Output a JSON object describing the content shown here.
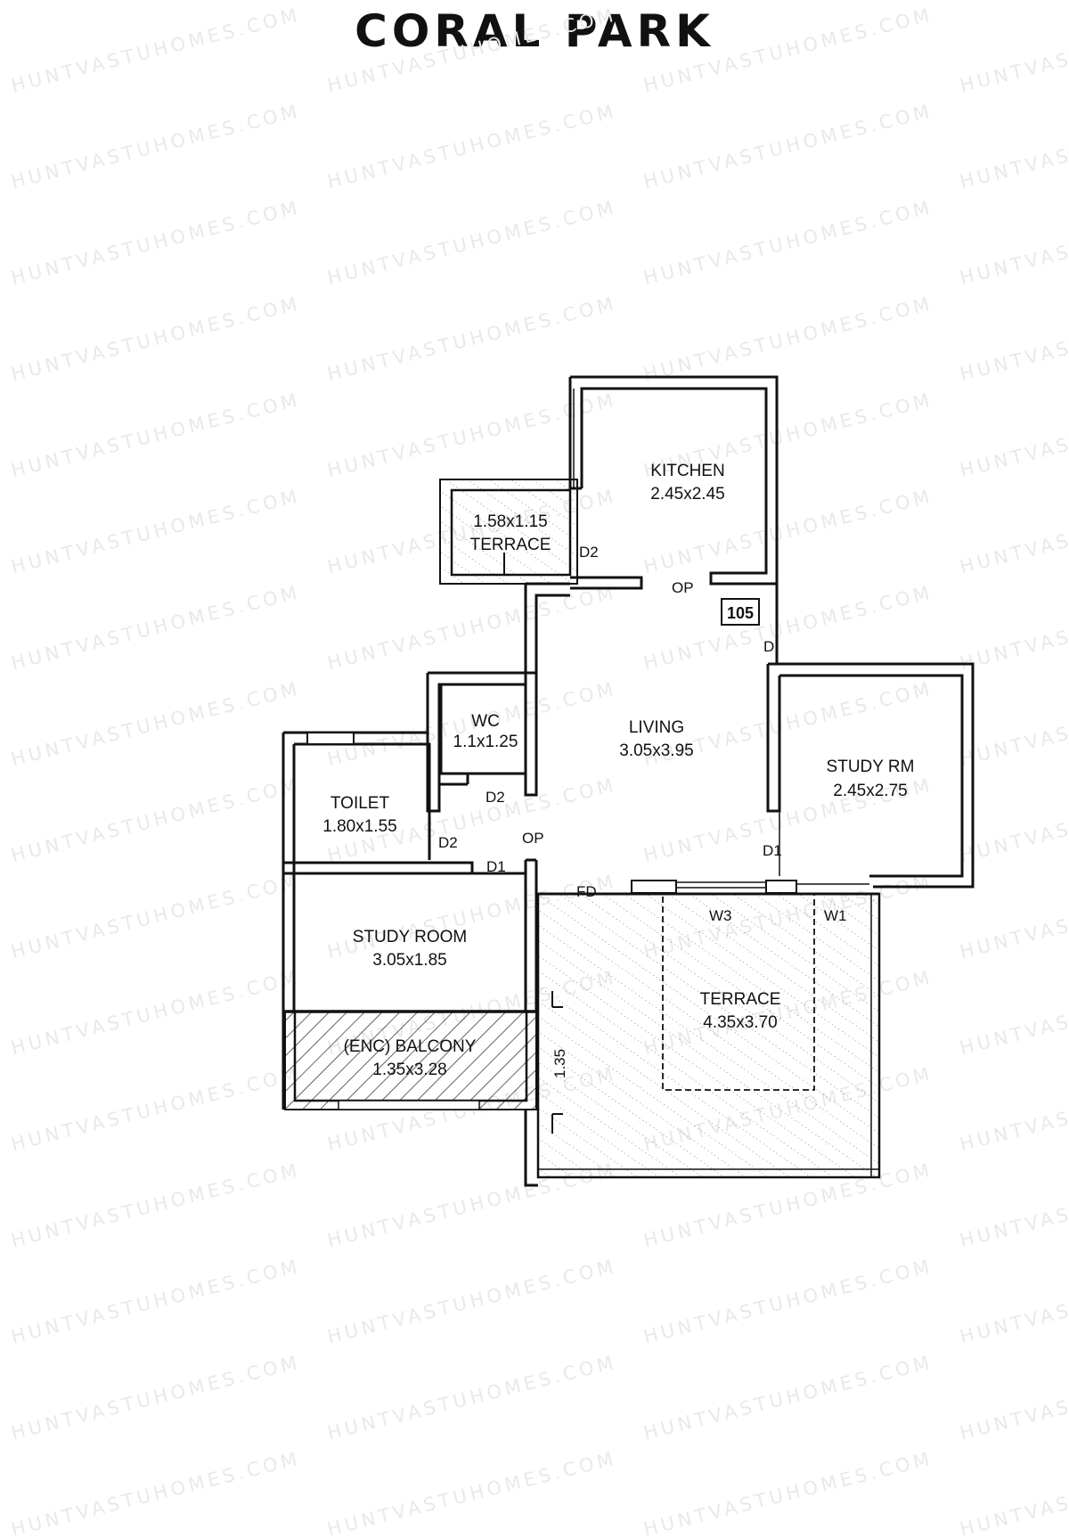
{
  "title": "CORAL PARK",
  "watermark": "HUNTVASTUHOMES.COM",
  "unit_number": "105",
  "colors": {
    "wall": "#111111",
    "background": "#ffffff",
    "watermark": "#e9e9e9",
    "hatch": "#555555"
  },
  "rooms": {
    "kitchen": {
      "name": "KITCHEN",
      "size": "2.45x2.45"
    },
    "small_terrace": {
      "name": "TERRACE",
      "size": "1.58x1.15"
    },
    "living": {
      "name": "LIVING",
      "size": "3.05x3.95"
    },
    "wc": {
      "name": "WC",
      "size": "1.1x1.25"
    },
    "toilet": {
      "name": "TOILET",
      "size": "1.80x1.55"
    },
    "study_rm": {
      "name": "STUDY RM",
      "size": "2.45x2.75"
    },
    "study_room": {
      "name": "STUDY ROOM",
      "size": "3.05x1.85"
    },
    "balcony": {
      "name": "(ENC) BALCONY",
      "size": "1.35x3.28"
    },
    "terrace": {
      "name": "TERRACE",
      "size": "4.35x3.70"
    }
  },
  "openings": {
    "kitchen_terrace_door": "D2",
    "kitchen_opening": "OP",
    "entrance_door": "D",
    "wc_door": "D2",
    "toilet_door": "D2",
    "passage_opening": "OP",
    "study_room_door": "D1",
    "study_rm_door": "D1",
    "french_door": "FD",
    "window_w3": "W3",
    "window_w1": "W1"
  },
  "dimensions": {
    "terrace_side": "1.35"
  }
}
